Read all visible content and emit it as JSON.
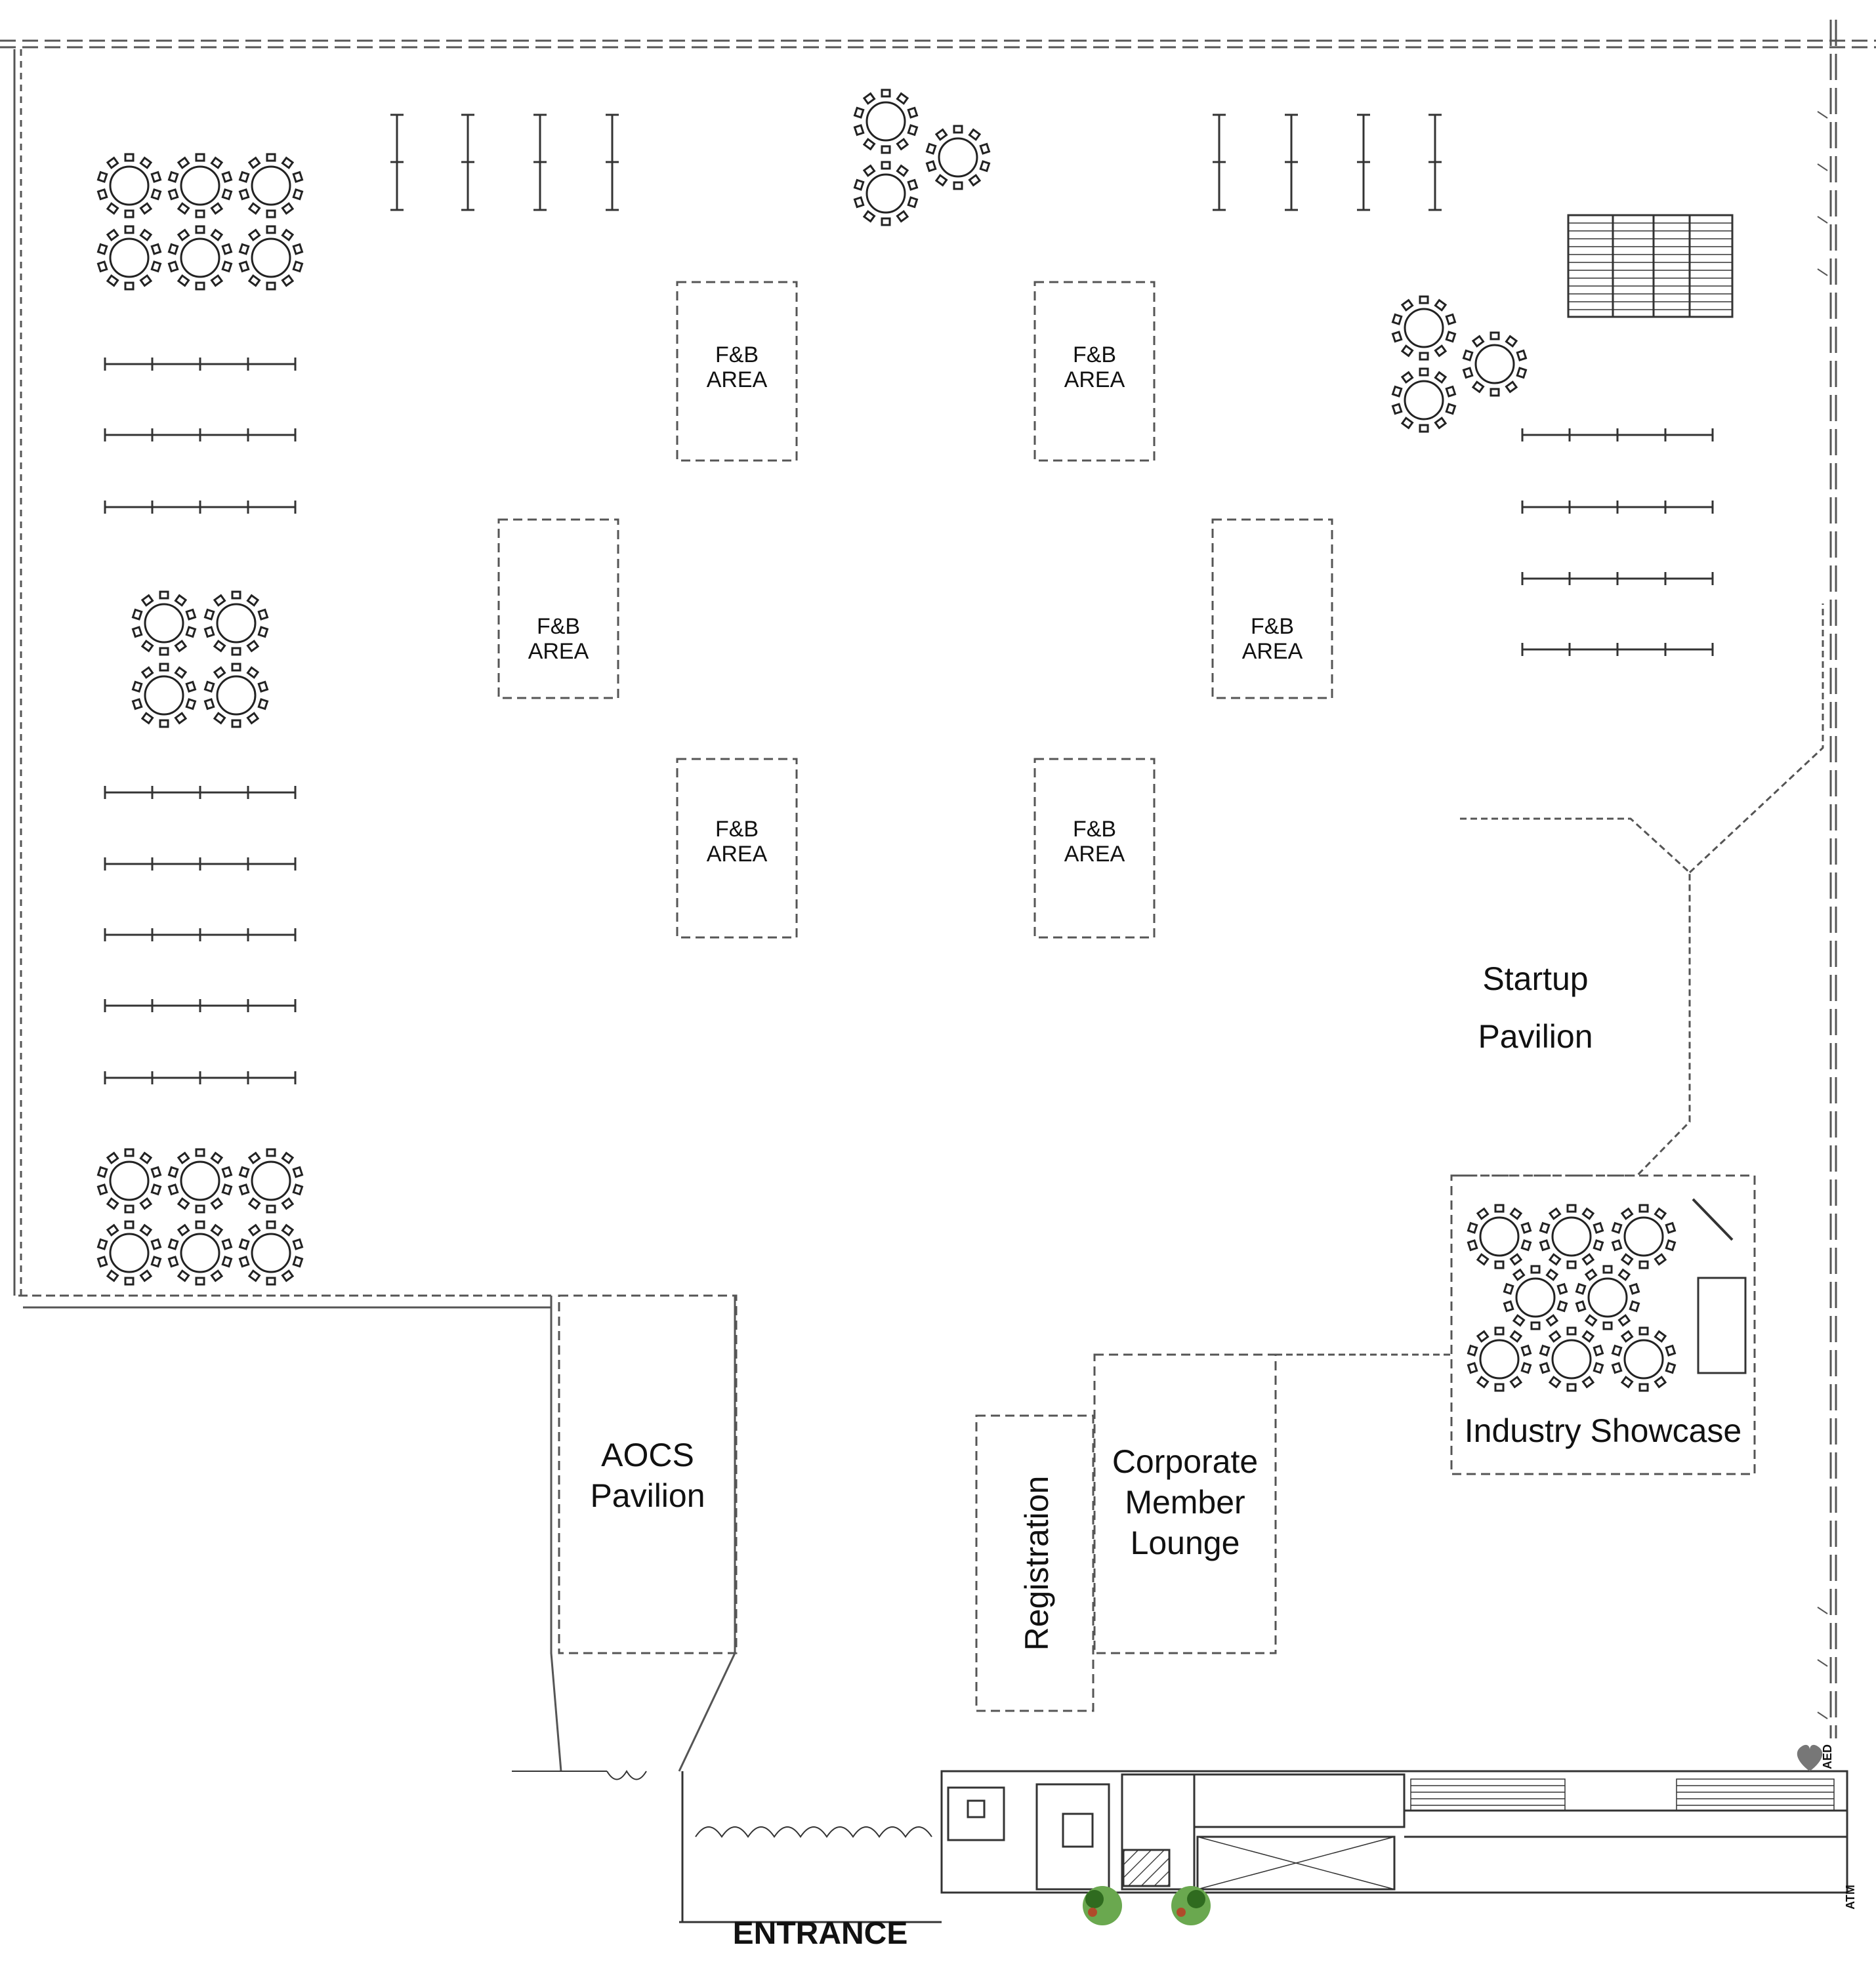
{
  "floor_plan": {
    "food_areas": [
      {
        "line1": "F&B",
        "line2": "AREA"
      },
      {
        "line1": "F&B",
        "line2": "AREA"
      },
      {
        "line1": "F&B",
        "line2": "AREA"
      },
      {
        "line1": "F&B",
        "line2": "AREA"
      },
      {
        "line1": "F&B",
        "line2": "AREA"
      },
      {
        "line1": "F&B",
        "line2": "AREA"
      }
    ],
    "zones": {
      "startup": {
        "line1": "Startup",
        "line2": "Pavilion"
      },
      "aocs": {
        "line1": "AOCS",
        "line2": "Pavilion"
      },
      "corporate": {
        "line1": "Corporate",
        "line2": "Member",
        "line3": "Lounge"
      },
      "registration": "Registration",
      "industry": "Industry Showcase"
    },
    "entrance": "ENTRANCE",
    "aed": "AED",
    "atm": "ATM",
    "colors": {
      "line": "#333333",
      "dash": "#555555",
      "plant": "#6aa84f",
      "plant_dark": "#2f6b1f",
      "plant_red": "#b04a2a",
      "heart": "#777777"
    }
  }
}
